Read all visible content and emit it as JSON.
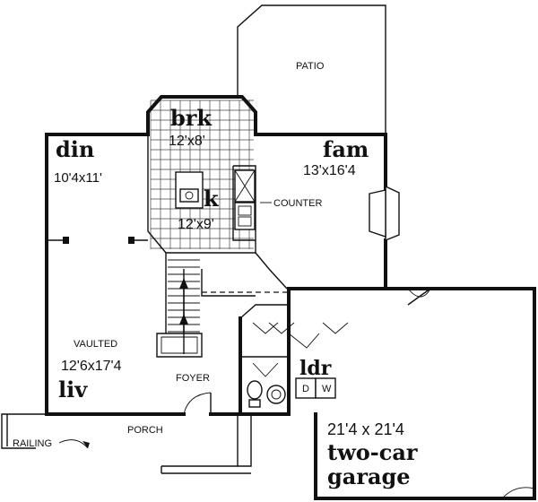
{
  "rooms": {
    "breakfast": {
      "name": "brk",
      "dim": "12'x8'"
    },
    "dining": {
      "name": "din",
      "dim": "10'4x11'"
    },
    "kitchen": {
      "name": "k",
      "dim": "12'x9'"
    },
    "family": {
      "name": "fam",
      "dim": "13'x16'4"
    },
    "living": {
      "note": "VAULTED",
      "dim": "12'6x17'4",
      "name": "liv"
    },
    "laundry": {
      "name": "ldr",
      "washer": "W",
      "dryer": "D"
    },
    "garage": {
      "dim": "21'4 x 21'4",
      "name_line1": "two-car",
      "name_line2": "garage"
    }
  },
  "labels": {
    "patio": "PATIO",
    "counter": "COUNTER",
    "foyer": "FOYER",
    "porch": "PORCH",
    "railing": "RAILING"
  }
}
